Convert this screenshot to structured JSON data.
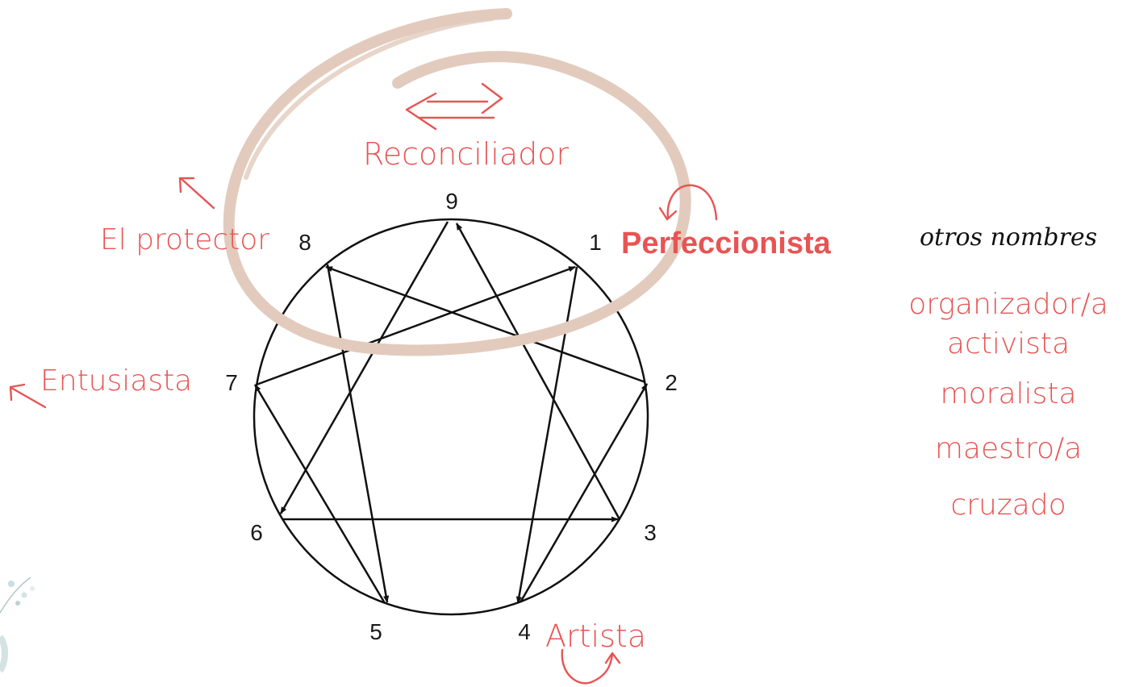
{
  "diagram": {
    "points": [
      "9",
      "1",
      "2",
      "3",
      "4",
      "5",
      "6",
      "7",
      "8"
    ],
    "labels": {
      "reconciliador": "Reconciliador",
      "perfeccionista": "Perfeccionista",
      "protector": "El protector",
      "entusiasta": "Entusiasta",
      "artista": "Artista"
    },
    "colors": {
      "accent": "#e85454",
      "swirl": "#e2cbbd",
      "lines": "#111111"
    }
  },
  "other_names": {
    "title": "otros nombres",
    "items": [
      "organizador/a",
      "activista",
      "moralista",
      "maestro/a",
      "cruzado"
    ]
  }
}
